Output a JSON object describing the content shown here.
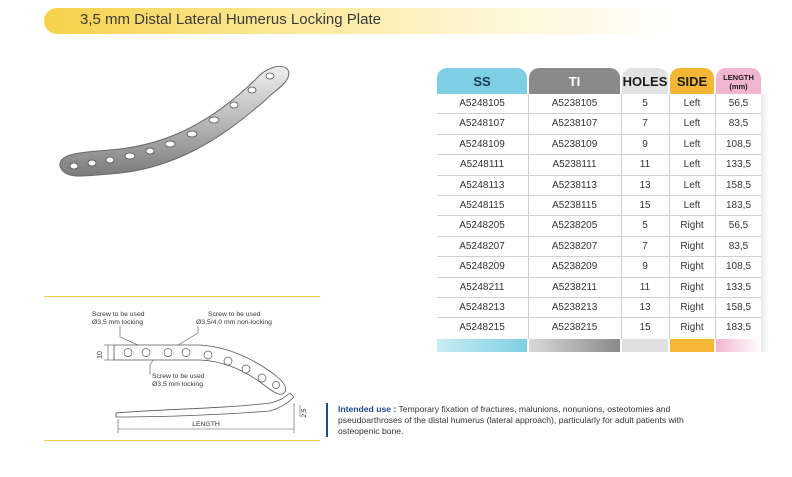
{
  "header": {
    "title": "3,5 mm Distal Lateral Humerus Locking Plate"
  },
  "table": {
    "headers": {
      "ss": "SS",
      "ti": "TI",
      "holes": "HOLES",
      "side": "SIDE",
      "length_line1": "LENGTH",
      "length_line2": "(mm)"
    },
    "rows": [
      {
        "ss": "A5248105",
        "ti": "A5238105",
        "holes": "5",
        "side": "Left",
        "length": "56,5"
      },
      {
        "ss": "A5248107",
        "ti": "A5238107",
        "holes": "7",
        "side": "Left",
        "length": "83,5"
      },
      {
        "ss": "A5248109",
        "ti": "A5238109",
        "holes": "9",
        "side": "Left",
        "length": "108,5"
      },
      {
        "ss": "A5248111",
        "ti": "A5238111",
        "holes": "11",
        "side": "Left",
        "length": "133,5"
      },
      {
        "ss": "A5248113",
        "ti": "A5238113",
        "holes": "13",
        "side": "Left",
        "length": "158,5"
      },
      {
        "ss": "A5248115",
        "ti": "A5238115",
        "holes": "15",
        "side": "Left",
        "length": "183,5"
      },
      {
        "ss": "A5248205",
        "ti": "A5238205",
        "holes": "5",
        "side": "Right",
        "length": "56,5"
      },
      {
        "ss": "A5248207",
        "ti": "A5238207",
        "holes": "7",
        "side": "Right",
        "length": "83,5"
      },
      {
        "ss": "A5248209",
        "ti": "A5238209",
        "holes": "9",
        "side": "Right",
        "length": "108,5"
      },
      {
        "ss": "A5248211",
        "ti": "A5238211",
        "holes": "11",
        "side": "Right",
        "length": "133,5"
      },
      {
        "ss": "A5248213",
        "ti": "A5238213",
        "holes": "13",
        "side": "Right",
        "length": "158,5"
      },
      {
        "ss": "A5248215",
        "ti": "A5238215",
        "holes": "15",
        "side": "Right",
        "length": "183,5"
      }
    ]
  },
  "drawing": {
    "screw_locking_1": "Screw to be used",
    "screw_locking_1b": "Ø3,5 mm locking",
    "screw_nonlocking": "Screw to be used",
    "screw_nonlocking_b": "Ø3,5/4,0 mm non-locking",
    "screw_locking_2": "Screw to be used",
    "screw_locking_2b": "Ø3,5 mm locking",
    "dim_width": "10",
    "dim_thickness": "2,5",
    "dim_length": "LENGTH"
  },
  "intended_use": {
    "label": "Intended use :",
    "text": "Temporary fixation of fractures, malunions, nonunions, osteotomies and pseudoarthroses of the distal humerus (lateral approach), particularly for adult patients with osteopenic bone."
  },
  "colors": {
    "ss": "#7ecfe4",
    "ti": "#8a8a8a",
    "side": "#f4b634",
    "length": "#f2b5d0",
    "title_bar": "#f6d24a",
    "intended_use": "#1e4a8c"
  }
}
